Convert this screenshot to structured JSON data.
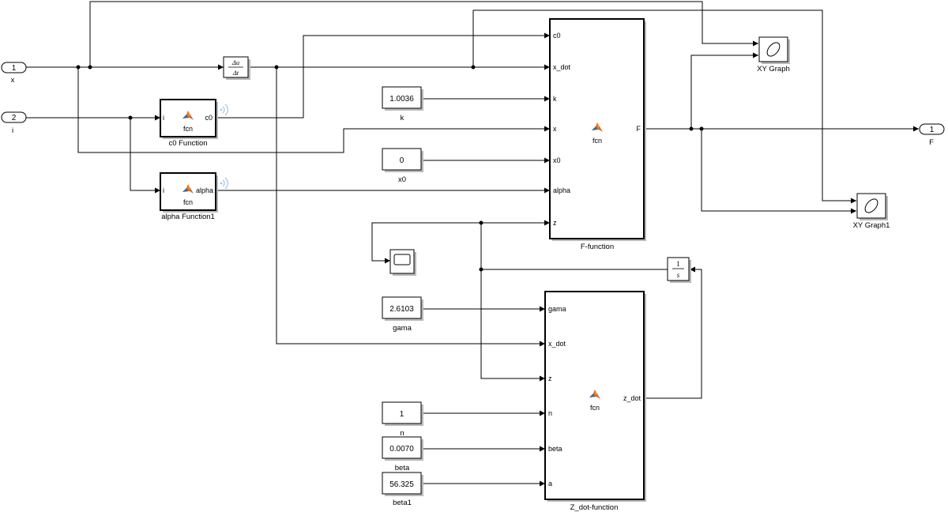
{
  "inports": [
    {
      "number": "1",
      "name": "x"
    },
    {
      "number": "2",
      "name": "i"
    }
  ],
  "outport": {
    "number": "1",
    "name": "F"
  },
  "derivative": {
    "numerator": "Δu",
    "denominator": "Δt"
  },
  "integrator": {
    "numerator": "1",
    "denominator": "s"
  },
  "c0_function": {
    "name": "c0 Function",
    "in_port": "i",
    "out_port": "c0",
    "body": "fcn"
  },
  "alpha_function": {
    "name": "alpha Function1",
    "in_port": "i",
    "out_port": "alpha",
    "body": "fcn"
  },
  "constants": {
    "k": {
      "value": "1.0036",
      "name": "k"
    },
    "x0": {
      "value": "0",
      "name": "x0"
    },
    "gama": {
      "value": "2.6103",
      "name": "gama"
    },
    "n": {
      "value": "1",
      "name": "n"
    },
    "beta": {
      "value": "0.0070",
      "name": "beta"
    },
    "beta1": {
      "value": "56.325",
      "name": "beta1"
    }
  },
  "f_function": {
    "name": "F-function",
    "body": "fcn",
    "inputs": [
      "c0",
      "x_dot",
      "k",
      "x",
      "x0",
      "alpha",
      "z"
    ],
    "output": "F"
  },
  "z_function": {
    "name": "Z_dot-function",
    "body": "fcn",
    "inputs": [
      "gama",
      "x_dot",
      "z",
      "n",
      "beta",
      "a"
    ],
    "output": "z_dot"
  },
  "xy_graph": {
    "name": "XY Graph"
  },
  "xy_graph1": {
    "name": "XY Graph1"
  },
  "colors": {
    "line": "#000000",
    "matlab_orange": "#e16b1f",
    "matlab_blue": "#2c6cae",
    "signal_icon": "#9fc3e0"
  }
}
